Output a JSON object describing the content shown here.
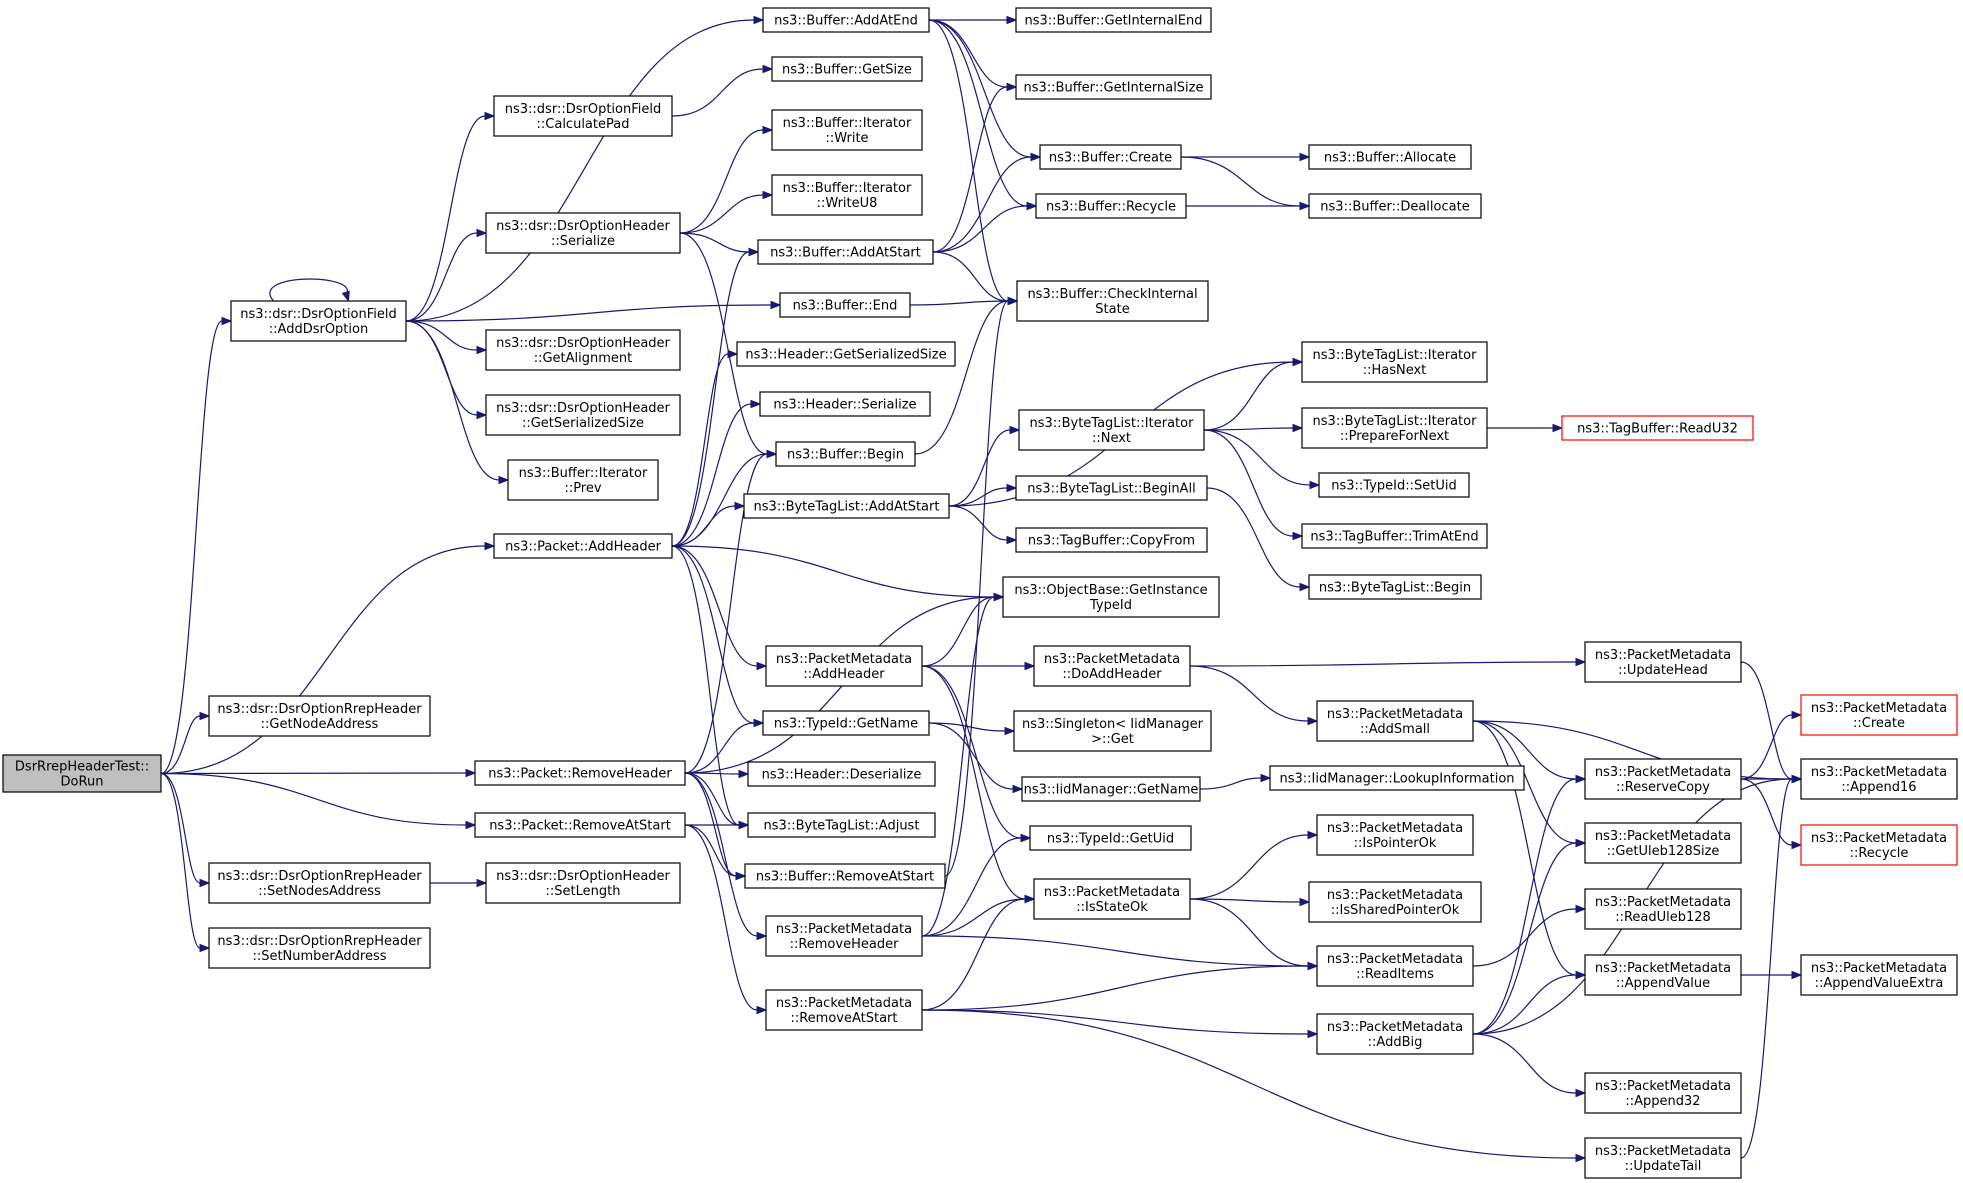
{
  "graph": {
    "title": "",
    "colors": {
      "edge": "#191970",
      "node_border": "#000000",
      "root_fill": "#bfbfbf",
      "truncated_border": "#ff0000",
      "background": "#ffffff"
    },
    "nodes": [
      {
        "id": "root",
        "lines": [
          "DsrRrepHeaderTest::",
          "DoRun"
        ],
        "root": true
      },
      {
        "id": "addDsrOption",
        "lines": [
          "ns3::dsr::DsrOptionField",
          "::AddDsrOption"
        ]
      },
      {
        "id": "addHeaderPkt",
        "lines": [
          "ns3::Packet::AddHeader"
        ]
      },
      {
        "id": "rrepGetNodeAddr",
        "lines": [
          "ns3::dsr::DsrOptionRrepHeader",
          "::GetNodeAddress"
        ]
      },
      {
        "id": "removeHeaderPkt",
        "lines": [
          "ns3::Packet::RemoveHeader"
        ]
      },
      {
        "id": "removeAtStartPkt",
        "lines": [
          "ns3::Packet::RemoveAtStart"
        ]
      },
      {
        "id": "rrepSetNodesAddr",
        "lines": [
          "ns3::dsr::DsrOptionRrepHeader",
          "::SetNodesAddress"
        ]
      },
      {
        "id": "rrepSetNumberAddr",
        "lines": [
          "ns3::dsr::DsrOptionRrepHeader",
          "::SetNumberAddress"
        ]
      },
      {
        "id": "calcPad",
        "lines": [
          "ns3::dsr::DsrOptionField",
          "::CalculatePad"
        ]
      },
      {
        "id": "optSerialize",
        "lines": [
          "ns3::dsr::DsrOptionHeader",
          "::Serialize"
        ]
      },
      {
        "id": "optGetAlignment",
        "lines": [
          "ns3::dsr::DsrOptionHeader",
          "::GetAlignment"
        ]
      },
      {
        "id": "optGetSerSize",
        "lines": [
          "ns3::dsr::DsrOptionHeader",
          "::GetSerializedSize"
        ]
      },
      {
        "id": "iterPrev",
        "lines": [
          "ns3::Buffer::Iterator",
          "::Prev"
        ]
      },
      {
        "id": "optSetLength",
        "lines": [
          "ns3::dsr::DsrOptionHeader",
          "::SetLength"
        ]
      },
      {
        "id": "bufAddAtEnd",
        "lines": [
          "ns3::Buffer::AddAtEnd"
        ]
      },
      {
        "id": "bufGetSize",
        "lines": [
          "ns3::Buffer::GetSize"
        ]
      },
      {
        "id": "iterWrite",
        "lines": [
          "ns3::Buffer::Iterator",
          "::Write"
        ]
      },
      {
        "id": "iterWriteU8",
        "lines": [
          "ns3::Buffer::Iterator",
          "::WriteU8"
        ]
      },
      {
        "id": "bufAddAtStart",
        "lines": [
          "ns3::Buffer::AddAtStart"
        ]
      },
      {
        "id": "bufEnd",
        "lines": [
          "ns3::Buffer::End"
        ]
      },
      {
        "id": "hdrGetSerSize",
        "lines": [
          "ns3::Header::GetSerializedSize"
        ]
      },
      {
        "id": "hdrSerialize",
        "lines": [
          "ns3::Header::Serialize"
        ]
      },
      {
        "id": "bufBegin",
        "lines": [
          "ns3::Buffer::Begin"
        ]
      },
      {
        "id": "btlAddAtStart",
        "lines": [
          "ns3::ByteTagList::AddAtStart"
        ]
      },
      {
        "id": "pmAddHeader",
        "lines": [
          "ns3::PacketMetadata",
          "::AddHeader"
        ]
      },
      {
        "id": "typeGetName",
        "lines": [
          "ns3::TypeId::GetName"
        ]
      },
      {
        "id": "hdrDeserialize",
        "lines": [
          "ns3::Header::Deserialize"
        ]
      },
      {
        "id": "btlAdjust",
        "lines": [
          "ns3::ByteTagList::Adjust"
        ]
      },
      {
        "id": "bufRemoveAtStart",
        "lines": [
          "ns3::Buffer::RemoveAtStart"
        ]
      },
      {
        "id": "pmRemoveHeader",
        "lines": [
          "ns3::PacketMetadata",
          "::RemoveHeader"
        ]
      },
      {
        "id": "pmRemoveAtStart",
        "lines": [
          "ns3::PacketMetadata",
          "::RemoveAtStart"
        ]
      },
      {
        "id": "bufGetInternalEnd",
        "lines": [
          "ns3::Buffer::GetInternalEnd"
        ]
      },
      {
        "id": "bufGetInternalSize",
        "lines": [
          "ns3::Buffer::GetInternalSize"
        ]
      },
      {
        "id": "bufCreate",
        "lines": [
          "ns3::Buffer::Create"
        ]
      },
      {
        "id": "bufRecycle",
        "lines": [
          "ns3::Buffer::Recycle"
        ]
      },
      {
        "id": "bufCheckInternal",
        "lines": [
          "ns3::Buffer::CheckInternal",
          "State"
        ]
      },
      {
        "id": "btlIterNext",
        "lines": [
          "ns3::ByteTagList::Iterator",
          "::Next"
        ]
      },
      {
        "id": "btlBeginAll",
        "lines": [
          "ns3::ByteTagList::BeginAll"
        ]
      },
      {
        "id": "tbCopyFrom",
        "lines": [
          "ns3::TagBuffer::CopyFrom"
        ]
      },
      {
        "id": "obGetInstanceTypeId",
        "lines": [
          "ns3::ObjectBase::GetInstance",
          "TypeId"
        ]
      },
      {
        "id": "pmDoAddHeader",
        "lines": [
          "ns3::PacketMetadata",
          "::DoAddHeader"
        ]
      },
      {
        "id": "singletonGet",
        "lines": [
          "ns3::Singleton< IidManager",
          ">::Get"
        ]
      },
      {
        "id": "iidGetName",
        "lines": [
          "ns3::IidManager::GetName"
        ]
      },
      {
        "id": "typeGetUid",
        "lines": [
          "ns3::TypeId::GetUid"
        ]
      },
      {
        "id": "pmIsStateOk",
        "lines": [
          "ns3::PacketMetadata",
          "::IsStateOk"
        ]
      },
      {
        "id": "bufAllocate",
        "lines": [
          "ns3::Buffer::Allocate"
        ]
      },
      {
        "id": "bufDeallocate",
        "lines": [
          "ns3::Buffer::Deallocate"
        ]
      },
      {
        "id": "btlIterHasNext",
        "lines": [
          "ns3::ByteTagList::Iterator",
          "::HasNext"
        ]
      },
      {
        "id": "btlIterPrepare",
        "lines": [
          "ns3::ByteTagList::Iterator",
          "::PrepareForNext"
        ]
      },
      {
        "id": "typeSetUid",
        "lines": [
          "ns3::TypeId::SetUid"
        ]
      },
      {
        "id": "tbTrimAtEnd",
        "lines": [
          "ns3::TagBuffer::TrimAtEnd"
        ]
      },
      {
        "id": "btlBegin",
        "lines": [
          "ns3::ByteTagList::Begin"
        ]
      },
      {
        "id": "pmAddSmall",
        "lines": [
          "ns3::PacketMetadata",
          "::AddSmall"
        ]
      },
      {
        "id": "iidLookup",
        "lines": [
          "ns3::IidManager::LookupInformation"
        ]
      },
      {
        "id": "pmIsPointerOk",
        "lines": [
          "ns3::PacketMetadata",
          "::IsPointerOk"
        ]
      },
      {
        "id": "pmIsSharedPointerOk",
        "lines": [
          "ns3::PacketMetadata",
          "::IsSharedPointerOk"
        ]
      },
      {
        "id": "pmReadItems",
        "lines": [
          "ns3::PacketMetadata",
          "::ReadItems"
        ]
      },
      {
        "id": "pmAddBig",
        "lines": [
          "ns3::PacketMetadata",
          "::AddBig"
        ]
      },
      {
        "id": "tbReadU32",
        "lines": [
          "ns3::TagBuffer::ReadU32"
        ],
        "truncated": true
      },
      {
        "id": "pmUpdateHead",
        "lines": [
          "ns3::PacketMetadata",
          "::UpdateHead"
        ]
      },
      {
        "id": "pmReserveCopy",
        "lines": [
          "ns3::PacketMetadata",
          "::ReserveCopy"
        ]
      },
      {
        "id": "pmGetUleb128Size",
        "lines": [
          "ns3::PacketMetadata",
          "::GetUleb128Size"
        ]
      },
      {
        "id": "pmReadUleb128",
        "lines": [
          "ns3::PacketMetadata",
          "::ReadUleb128"
        ]
      },
      {
        "id": "pmAppendValue",
        "lines": [
          "ns3::PacketMetadata",
          "::AppendValue"
        ]
      },
      {
        "id": "pmAppend32",
        "lines": [
          "ns3::PacketMetadata",
          "::Append32"
        ]
      },
      {
        "id": "pmUpdateTail",
        "lines": [
          "ns3::PacketMetadata",
          "::UpdateTail"
        ]
      },
      {
        "id": "pmCreate",
        "lines": [
          "ns3::PacketMetadata",
          "::Create"
        ],
        "truncated": true
      },
      {
        "id": "pmAppend16",
        "lines": [
          "ns3::PacketMetadata",
          "::Append16"
        ]
      },
      {
        "id": "pmRecycle",
        "lines": [
          "ns3::PacketMetadata",
          "::Recycle"
        ],
        "truncated": true
      },
      {
        "id": "pmAppendValueExtra",
        "lines": [
          "ns3::PacketMetadata",
          "::AppendValueExtra"
        ]
      }
    ],
    "edges": [
      [
        "root",
        "addDsrOption"
      ],
      [
        "root",
        "addHeaderPkt"
      ],
      [
        "root",
        "rrepGetNodeAddr"
      ],
      [
        "root",
        "removeHeaderPkt"
      ],
      [
        "root",
        "removeAtStartPkt"
      ],
      [
        "root",
        "rrepSetNodesAddr"
      ],
      [
        "root",
        "rrepSetNumberAddr"
      ],
      [
        "addDsrOption",
        "addDsrOption"
      ],
      [
        "addDsrOption",
        "bufAddAtEnd"
      ],
      [
        "addDsrOption",
        "calcPad"
      ],
      [
        "addDsrOption",
        "optSerialize"
      ],
      [
        "addDsrOption",
        "bufEnd"
      ],
      [
        "addDsrOption",
        "optGetAlignment"
      ],
      [
        "addDsrOption",
        "optGetSerSize"
      ],
      [
        "addDsrOption",
        "iterPrev"
      ],
      [
        "calcPad",
        "bufGetSize"
      ],
      [
        "optSerialize",
        "iterWrite"
      ],
      [
        "optSerialize",
        "iterWriteU8"
      ],
      [
        "optSerialize",
        "bufAddAtStart"
      ],
      [
        "optSerialize",
        "bufBegin"
      ],
      [
        "rrepSetNodesAddr",
        "optSetLength"
      ],
      [
        "addHeaderPkt",
        "bufAddAtStart"
      ],
      [
        "addHeaderPkt",
        "hdrGetSerSize"
      ],
      [
        "addHeaderPkt",
        "hdrSerialize"
      ],
      [
        "addHeaderPkt",
        "bufBegin"
      ],
      [
        "addHeaderPkt",
        "btlAddAtStart"
      ],
      [
        "addHeaderPkt",
        "obGetInstanceTypeId"
      ],
      [
        "addHeaderPkt",
        "pmAddHeader"
      ],
      [
        "addHeaderPkt",
        "typeGetName"
      ],
      [
        "addHeaderPkt",
        "btlAdjust"
      ],
      [
        "removeHeaderPkt",
        "obGetInstanceTypeId"
      ],
      [
        "removeHeaderPkt",
        "bufBegin"
      ],
      [
        "removeHeaderPkt",
        "typeGetName"
      ],
      [
        "removeHeaderPkt",
        "hdrDeserialize"
      ],
      [
        "removeHeaderPkt",
        "btlAdjust"
      ],
      [
        "removeHeaderPkt",
        "bufRemoveAtStart"
      ],
      [
        "removeHeaderPkt",
        "pmRemoveHeader"
      ],
      [
        "removeAtStartPkt",
        "btlAdjust"
      ],
      [
        "removeAtStartPkt",
        "bufRemoveAtStart"
      ],
      [
        "removeAtStartPkt",
        "pmRemoveAtStart"
      ],
      [
        "bufAddAtEnd",
        "bufGetInternalEnd"
      ],
      [
        "bufAddAtEnd",
        "bufGetInternalSize"
      ],
      [
        "bufAddAtEnd",
        "bufCreate"
      ],
      [
        "bufAddAtEnd",
        "bufRecycle"
      ],
      [
        "bufAddAtEnd",
        "bufCheckInternal"
      ],
      [
        "bufAddAtStart",
        "bufGetInternalSize"
      ],
      [
        "bufAddAtStart",
        "bufCreate"
      ],
      [
        "bufAddAtStart",
        "bufRecycle"
      ],
      [
        "bufAddAtStart",
        "bufCheckInternal"
      ],
      [
        "bufEnd",
        "bufCheckInternal"
      ],
      [
        "bufBegin",
        "bufCheckInternal"
      ],
      [
        "bufRemoveAtStart",
        "bufCheckInternal"
      ],
      [
        "btlAddAtStart",
        "btlIterHasNext"
      ],
      [
        "btlAddAtStart",
        "btlIterNext"
      ],
      [
        "btlAddAtStart",
        "btlBeginAll"
      ],
      [
        "btlAddAtStart",
        "tbCopyFrom"
      ],
      [
        "btlIterNext",
        "btlIterHasNext"
      ],
      [
        "btlIterNext",
        "btlIterPrepare"
      ],
      [
        "btlIterNext",
        "typeSetUid"
      ],
      [
        "btlIterNext",
        "tbTrimAtEnd"
      ],
      [
        "btlIterPrepare",
        "tbReadU32"
      ],
      [
        "btlBeginAll",
        "btlBegin"
      ],
      [
        "pmAddHeader",
        "obGetInstanceTypeId"
      ],
      [
        "pmAddHeader",
        "pmDoAddHeader"
      ],
      [
        "pmAddHeader",
        "typeGetUid"
      ],
      [
        "pmAddHeader",
        "pmIsStateOk"
      ],
      [
        "pmDoAddHeader",
        "pmUpdateHead"
      ],
      [
        "pmDoAddHeader",
        "pmAddSmall"
      ],
      [
        "typeGetName",
        "singletonGet"
      ],
      [
        "typeGetName",
        "iidGetName"
      ],
      [
        "iidGetName",
        "iidLookup"
      ],
      [
        "pmRemoveHeader",
        "obGetInstanceTypeId"
      ],
      [
        "pmRemoveHeader",
        "typeGetUid"
      ],
      [
        "pmRemoveHeader",
        "pmIsStateOk"
      ],
      [
        "pmRemoveHeader",
        "pmReadItems"
      ],
      [
        "pmRemoveAtStart",
        "pmIsStateOk"
      ],
      [
        "pmRemoveAtStart",
        "pmReadItems"
      ],
      [
        "pmRemoveAtStart",
        "pmAddBig"
      ],
      [
        "pmRemoveAtStart",
        "pmUpdateTail"
      ],
      [
        "bufCreate",
        "bufAllocate"
      ],
      [
        "bufCreate",
        "bufDeallocate"
      ],
      [
        "bufRecycle",
        "bufDeallocate"
      ],
      [
        "pmIsStateOk",
        "pmIsPointerOk"
      ],
      [
        "pmIsStateOk",
        "pmIsSharedPointerOk"
      ],
      [
        "pmIsStateOk",
        "pmReadItems"
      ],
      [
        "pmReadItems",
        "pmReadUleb128"
      ],
      [
        "pmAddSmall",
        "pmReserveCopy"
      ],
      [
        "pmAddSmall",
        "pmGetUleb128Size"
      ],
      [
        "pmAddSmall",
        "pmAppendValue"
      ],
      [
        "pmAddSmall",
        "pmAppend16"
      ],
      [
        "pmAddBig",
        "pmReserveCopy"
      ],
      [
        "pmAddBig",
        "pmGetUleb128Size"
      ],
      [
        "pmAddBig",
        "pmAppendValue"
      ],
      [
        "pmAddBig",
        "pmAppend32"
      ],
      [
        "pmAddBig",
        "pmAppend16"
      ],
      [
        "pmUpdateHead",
        "pmAppend16"
      ],
      [
        "pmUpdateTail",
        "pmAppend16"
      ],
      [
        "pmReserveCopy",
        "pmCreate"
      ],
      [
        "pmReserveCopy",
        "pmAppend16"
      ],
      [
        "pmReserveCopy",
        "pmRecycle"
      ],
      [
        "pmAppendValue",
        "pmAppendValueExtra"
      ]
    ]
  }
}
